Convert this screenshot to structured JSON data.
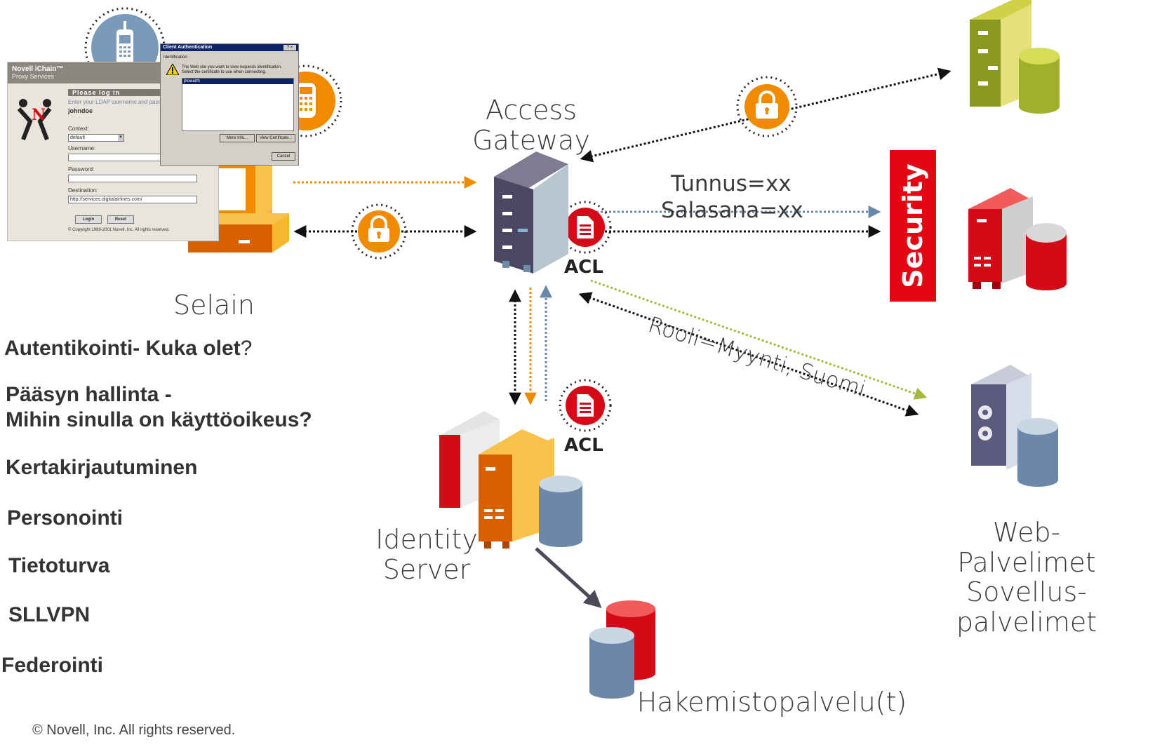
{
  "login_window": {
    "brand_title": "Novell iChain™",
    "brand_subtitle": "Proxy Services",
    "heading": "Please log in",
    "instruction": "Enter your LDAP username and passw",
    "user_value": "johndoe",
    "context_label": "Context:",
    "context_value": "default",
    "username_label": "Username:",
    "password_label": "Password:",
    "destination_label": "Destination:",
    "destination_value": "http://services.digitalairlines.com/",
    "login_button": "Login",
    "reset_button": "Reset",
    "copyright": "© Copyright 1999-2001 Novell, Inc. All rights reserved."
  },
  "auth_dialog": {
    "title": "Client Authentication",
    "help_close": "? ×",
    "group_label": "Identification",
    "message": "The Web site you want to view requests identification. Select the certificate to use when connecting.",
    "selected_cert": "jhowarth",
    "more_info_button": "More Info...",
    "view_cert_button": "View Certificate...",
    "cancel_button": "Cancel"
  },
  "nodes": {
    "access_gateway": "Access\nGateway",
    "browser": "Selain",
    "identity_server": "Identity\nServer",
    "directory": "Hakemistopalvelu(t)",
    "web_servers": "Web-\nPalvelimet\nSovellus-\npalvelimet",
    "security_banner": "Security",
    "acl_1": "ACL",
    "acl_2": "ACL"
  },
  "flow_labels": {
    "credentials_line1": "Tunnus=xx",
    "credentials_line2": "Salasana=xx",
    "role": "Rooli=Myynti, Suomi"
  },
  "feature_list": {
    "auth_bold": "Autentikointi- Kuka olet",
    "auth_plain": "?",
    "access_line1": "Pääsyn hallinta -",
    "access_line2": "Mihin sinulla on käyttöoikeus?",
    "sso": "Kertakirjautuminen",
    "personalization": "Personointi",
    "security": "Tietoturva",
    "sslvpn": "SLLVPN",
    "federation": "Federointi"
  },
  "footer": {
    "copyright": "© Novell, Inc.  All rights reserved."
  },
  "colors": {
    "orange": "#f08a00",
    "red": "#e30613",
    "olive": "#8a9a1e",
    "slate": "#5a5a7a",
    "arrow_blue": "#6a88a8",
    "arrow_green": "#a8b83a"
  }
}
